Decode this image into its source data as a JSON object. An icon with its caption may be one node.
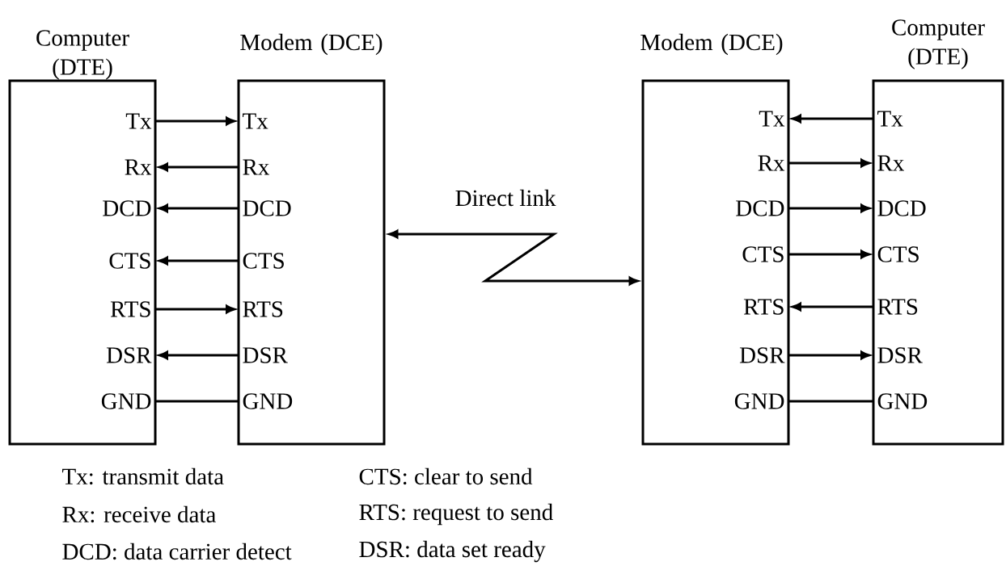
{
  "diagram": {
    "nodes": [
      {
        "text": [
          "Computer (DTE)"
        ]
      },
      {
        "text": [
          "Tx"
        ],
        "in": 0
      },
      {
        "text": [
          "Rx"
        ],
        "in": 0
      },
      {
        "text": [
          "DCD"
        ],
        "in": 0
      },
      {
        "text": [
          "CTS"
        ],
        "in": 0
      },
      {
        "text": [
          "RTS"
        ],
        "in": 0
      },
      {
        "text": [
          "DSR"
        ],
        "in": 0
      },
      {
        "text": [
          "GND"
        ],
        "in": 0
      },
      {
        "text": [
          "Modem (DCE)"
        ]
      },
      {
        "text": [
          "Tx"
        ],
        "in": 8
      },
      {
        "text": [
          "Rx"
        ],
        "in": 8
      },
      {
        "text": [
          "DCD"
        ],
        "in": 8
      },
      {
        "text": [
          "CTS"
        ],
        "in": 8
      },
      {
        "text": [
          "RTS"
        ],
        "in": 8
      },
      {
        "text": [
          "DSR"
        ],
        "in": 8
      },
      {
        "text": [
          "GND"
        ],
        "in": 8
      },
      {
        "text": [
          "Modem (DCE)"
        ]
      },
      {
        "text": [
          "Tx"
        ],
        "in": 16
      },
      {
        "text": [
          "Rx"
        ],
        "in": 16
      },
      {
        "text": [
          "DCD"
        ],
        "in": 16
      },
      {
        "text": [
          "CTS"
        ],
        "in": 16
      },
      {
        "text": [
          "RTS"
        ],
        "in": 16
      },
      {
        "text": [
          "DSR"
        ],
        "in": 16
      },
      {
        "text": [
          "GND"
        ],
        "in": 16
      },
      {
        "text": [
          "Computer (DTE)"
        ]
      },
      {
        "text": [
          "Tx"
        ],
        "in": 24
      },
      {
        "text": [
          "Rx"
        ],
        "in": 24
      },
      {
        "text": [
          "DCD"
        ],
        "in": 24
      },
      {
        "text": [
          "CTS"
        ],
        "in": 24
      },
      {
        "text": [
          "RTS"
        ],
        "in": 24
      },
      {
        "text": [
          "DSR"
        ],
        "in": 24
      },
      {
        "text": [
          "GND"
        ],
        "in": 24
      }
    ],
    "edges": [
      {
        "from": 1,
        "to": 9,
        "arrow": "to"
      },
      {
        "from": 10,
        "to": 2,
        "arrow": "to"
      },
      {
        "from": 11,
        "to": 3,
        "arrow": "to"
      },
      {
        "from": 12,
        "to": 4,
        "arrow": "to"
      },
      {
        "from": 5,
        "to": 13,
        "arrow": "to"
      },
      {
        "from": 14,
        "to": 6,
        "arrow": "to"
      },
      {
        "from": 7,
        "to": 15,
        "arrow": "none"
      },
      {
        "from": 8,
        "to": 16,
        "arrow": "both",
        "label": "Direct link"
      },
      {
        "from": 25,
        "to": 17,
        "arrow": "to"
      },
      {
        "from": 18,
        "to": 26,
        "arrow": "to"
      },
      {
        "from": 19,
        "to": 27,
        "arrow": "to"
      },
      {
        "from": 20,
        "to": 28,
        "arrow": "to"
      },
      {
        "from": 29,
        "to": 21,
        "arrow": "to"
      },
      {
        "from": 22,
        "to": 30,
        "arrow": "to"
      },
      {
        "from": 23,
        "to": 31,
        "arrow": "none"
      }
    ],
    "labels": [
      "Tx: transmit data",
      "CTS: clear to send",
      "Rx: receive data",
      "RTS: request to send",
      "DCD: data carrier detect",
      "DSR: data set ready"
    ]
  }
}
